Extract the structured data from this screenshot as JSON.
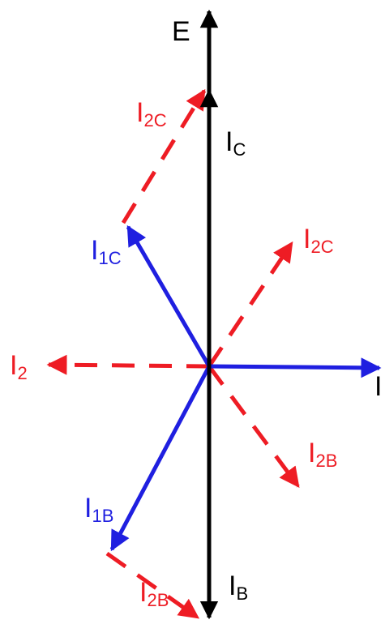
{
  "colors": {
    "black": "#000000",
    "blue": "#1f1fe0",
    "red": "#ee1c24"
  },
  "labels": {
    "e": {
      "main": "E"
    },
    "ic": {
      "main": "I",
      "sub": "C"
    },
    "ib": {
      "main": "I",
      "sub": "B"
    },
    "i1c": {
      "main": "I",
      "sub": "1C"
    },
    "i1b": {
      "main": "I",
      "sub": "1B"
    },
    "i2c_top": {
      "main": "I",
      "sub": "2C"
    },
    "i2c_right": {
      "main": "I",
      "sub": "2C"
    },
    "i2": {
      "main": "I",
      "sub": "2"
    },
    "i2b_right": {
      "main": "I",
      "sub": "2B"
    },
    "i2b_bottom": {
      "main": "I",
      "sub": "2B"
    },
    "i_right": {
      "main": "I"
    }
  }
}
